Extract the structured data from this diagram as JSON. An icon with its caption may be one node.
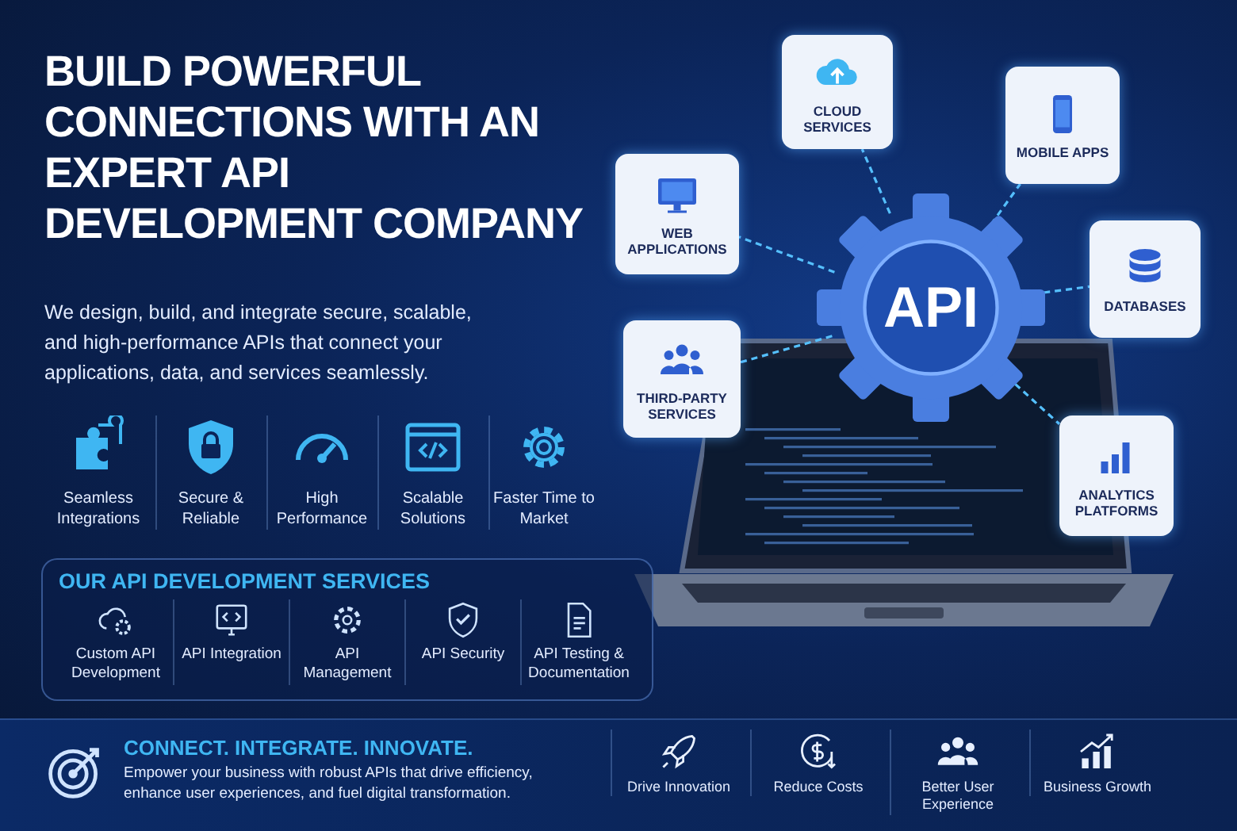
{
  "diagram": {
    "title": "BUILD POWERFUL CONNECTIONS WITH AN EXPERT API DEVELOPMENT COMPANY",
    "nodes": [
      {
        "text": [
          "API"
        ]
      },
      {
        "text": [
          "CLOUD SERVICES"
        ]
      },
      {
        "text": [
          "MOBILE APPS"
        ]
      },
      {
        "text": [
          "WEB APPLICATIONS"
        ]
      },
      {
        "text": [
          "DATABASES"
        ]
      },
      {
        "text": [
          "THIRD-PARTY SERVICES"
        ]
      },
      {
        "text": [
          "ANALYTICS PLATFORMS"
        ]
      },
      {
        "text": [
          "OUR API DEVELOPMENT SERVICES",
          "Custom API Development",
          "API Integration",
          "API Management",
          "API Security",
          "API Testing & Documentation"
        ]
      },
      {
        "text": [
          "CONNECT. INTEGRATE. INNOVATE.",
          "Empower your business with robust APIs that drive efficiency, enhance user experiences, and fuel digital transformation.",
          "Drive Innovation",
          "Reduce Costs",
          "Better User Experience",
          "Business Growth"
        ]
      }
    ],
    "edges": [
      {
        "from": 0,
        "to": 1,
        "arrow": "none",
        "style": "dashed"
      },
      {
        "from": 0,
        "to": 2,
        "arrow": "none",
        "style": "dashed"
      },
      {
        "from": 0,
        "to": 3,
        "arrow": "none",
        "style": "dashed"
      },
      {
        "from": 0,
        "to": 4,
        "arrow": "none",
        "style": "dashed"
      },
      {
        "from": 0,
        "to": 5,
        "arrow": "none",
        "style": "dashed"
      },
      {
        "from": 0,
        "to": 6,
        "arrow": "none",
        "style": "dashed"
      }
    ],
    "labels": [
      "We design, build, and integrate secure, scalable, and high-performance APIs that connect your applications, data, and services seamlessly.",
      "Seamless Integrations",
      "Secure & Reliable",
      "High Performance",
      "Scalable Solutions",
      "Faster Time to Market"
    ]
  }
}
